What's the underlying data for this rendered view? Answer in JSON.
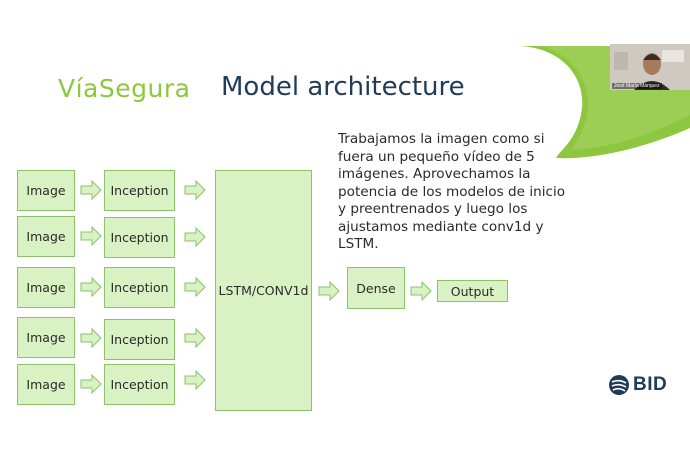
{
  "slide": {
    "brand": "VíaSegura",
    "title": "Model architecture",
    "description": "Trabajamos la imagen como si fuera un pequeño vídeo de 5 imágenes. Aprovechamos la potencia de los modelos de inicio y preentrenados y luego los ajustamos mediante conv1d y LSTM."
  },
  "diagram": {
    "rows": [
      {
        "image": "Image",
        "inception": "Inception"
      },
      {
        "image": "Image",
        "inception": "Inception"
      },
      {
        "image": "Image",
        "inception": "Inception"
      },
      {
        "image": "Image",
        "inception": "Inception"
      },
      {
        "image": "Image",
        "inception": "Inception"
      }
    ],
    "lstm": "LSTM/CONV1d",
    "dense": "Dense",
    "output": "Output"
  },
  "webcam": {
    "name": "José María Márquez"
  },
  "logo": {
    "text": "BID"
  },
  "colors": {
    "box_fill": "#d9f2c4",
    "box_border": "#8cc26a",
    "brand": "#8dc63f",
    "title": "#1f3b57",
    "accent_shape": "#8dc63f"
  }
}
